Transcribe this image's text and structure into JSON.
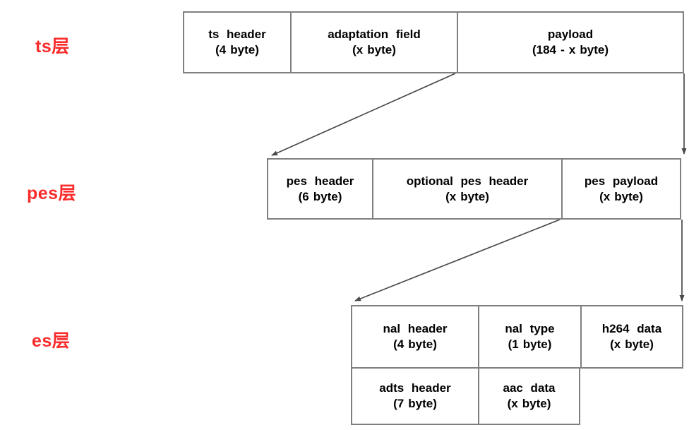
{
  "colors": {
    "layer_label": "#f92b2b",
    "box_border": "#7f7f7f",
    "box_text": "#000000",
    "arrow": "#4a4a4a",
    "background": "#ffffff"
  },
  "layers": [
    {
      "id": "ts",
      "label": "ts层",
      "rows": [
        {
          "cells": [
            {
              "title": "ts header",
              "size": "(4 byte)"
            },
            {
              "title": "adaptation field",
              "size": "(x byte)"
            },
            {
              "title": "payload",
              "size": "(184 - x byte)"
            }
          ]
        }
      ]
    },
    {
      "id": "pes",
      "label": "pes层",
      "rows": [
        {
          "cells": [
            {
              "title": "pes header",
              "size": "(6 byte)"
            },
            {
              "title": "optional pes header",
              "size": "(x byte)"
            },
            {
              "title": "pes payload",
              "size": "(x byte)"
            }
          ]
        }
      ]
    },
    {
      "id": "es",
      "label": "es层",
      "rows": [
        {
          "cells": [
            {
              "title": "nal header",
              "size": "(4 byte)"
            },
            {
              "title": "nal type",
              "size": "(1 byte)"
            },
            {
              "title": "h264 data",
              "size": "(x byte)"
            }
          ]
        },
        {
          "cells": [
            {
              "title": "adts header",
              "size": "(7 byte)"
            },
            {
              "title": "aac data",
              "size": "(x byte)"
            }
          ]
        }
      ]
    }
  ],
  "arrows": [
    {
      "from": "ts adaptation-field/payload boundary (bottom)",
      "to": "pes layer box top-left"
    },
    {
      "from": "ts payload right edge (bottom)",
      "to": "pes payload top-right"
    },
    {
      "from": "pes optional-header/payload boundary (bottom)",
      "to": "es layer box top-left"
    },
    {
      "from": "pes payload right edge (bottom)",
      "to": "es h264-data top-right"
    }
  ]
}
